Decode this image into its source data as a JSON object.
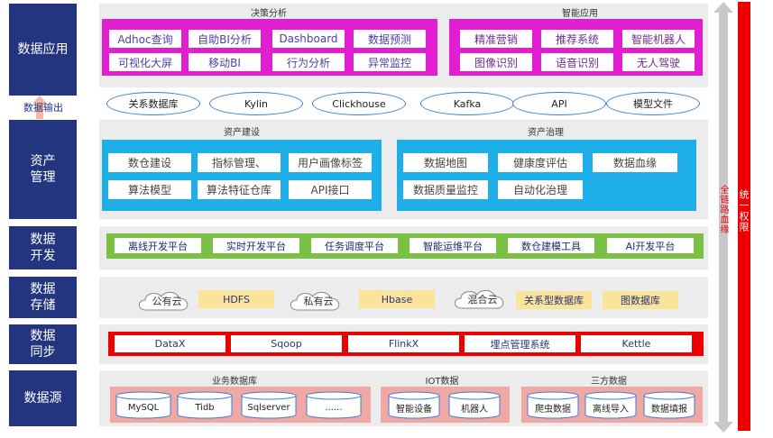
{
  "layers": {
    "apps": "数据应用",
    "output": "数据输出",
    "assets": "资产\n管理",
    "dev": "数据\n开发",
    "storage": "数据\n存储",
    "sync": "数据\n同步",
    "source": "数据源"
  },
  "decision": {
    "title": "决策分析",
    "items": [
      "Adhoc查询",
      "自助BI分析",
      "Dashboard",
      "数据预测",
      "可视化大屏",
      "移动BI",
      "行为分析",
      "异常监控"
    ]
  },
  "smart": {
    "title": "智能应用",
    "items": [
      "精准营销",
      "推荐系统",
      "智能机器人",
      "图像识别",
      "语音识别",
      "无人驾驶"
    ]
  },
  "outputs": [
    "关系数据库",
    "Kylin",
    "Clickhouse",
    "Kafka",
    "API",
    "模型文件"
  ],
  "asset_build": {
    "title": "资产建设",
    "items": [
      "数仓建设",
      "指标管理、",
      "用户画像标签",
      "算法模型",
      "算法特征仓库",
      "API接口"
    ]
  },
  "asset_gov": {
    "title": "资产治理",
    "items": [
      "数据地图",
      "健康度评估",
      "数据血缘",
      "数据质量监控",
      "自动化治理"
    ]
  },
  "dev_items": [
    "离线开发平台",
    "实时开发平台",
    "任务调度平台",
    "智能运维平台",
    "数仓建模工具",
    "AI开发平台"
  ],
  "storage_items": {
    "public_cloud": "公有云",
    "hdfs": "HDFS",
    "private_cloud": "私有云",
    "hbase": "Hbase",
    "hybrid_cloud": "混合云",
    "relational": "关系型数据库",
    "graph": "图数据库"
  },
  "sync_items": [
    "DataX",
    "Sqoop",
    "FlinkX",
    "埋点管理系统",
    "Kettle"
  ],
  "sources": {
    "business": {
      "title": "业务数据库",
      "items": [
        "MySQL",
        "Tidb",
        "Sqlserver",
        "......"
      ]
    },
    "iot": {
      "title": "IOT数据",
      "items": [
        "智能设备",
        "机器人"
      ]
    },
    "third": {
      "title": "三方数据",
      "items": [
        "爬虫数据",
        "离线导入",
        "数据填报"
      ]
    }
  },
  "side": {
    "lineage": "全链路血缘",
    "permission": "统一权限"
  },
  "colors": {
    "label_bg": "#23357f",
    "magenta": "#e21fd0",
    "cyan": "#1eaee8",
    "green": "#7ac143",
    "red": "#ee0000",
    "salmon": "#f0a8a4",
    "yellow": "#fae39a"
  }
}
